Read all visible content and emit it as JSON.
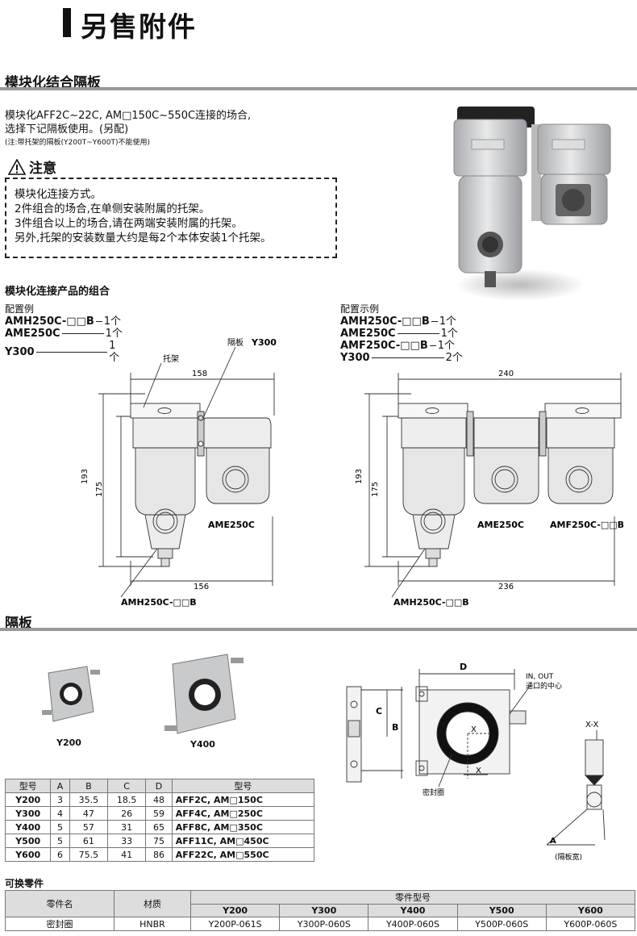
{
  "page_title": "另售附件",
  "sections": {
    "modular_spacer": "模块化结合隔板",
    "spacer": "隔板",
    "replacement_parts": "可换零件"
  },
  "intro": {
    "line1": "模块化AFF2C~22C, AM□150C~550C连接的场合,",
    "line2": "选择下记隔板使用。(另配)",
    "note": "(注:带托架的隔板(Y200T~Y600T)不能使用)"
  },
  "caution": {
    "heading": "注意",
    "lines": [
      "模块化连接方式。",
      "2件组合的场合,在单侧安装附属的托架。",
      "3件组合以上的场合,请在两端安装附属的托架。",
      "另外,托架的安装数量大约是每2个本体安装1个托架。"
    ]
  },
  "combination": {
    "heading": "模块化连接产品的组合",
    "left": {
      "label": "配置例",
      "items": [
        {
          "part": "AMH250C-□□B",
          "qty": "1个"
        },
        {
          "part": "AME250C",
          "qty": "1个"
        },
        {
          "part": "Y300",
          "qty": "1个"
        }
      ]
    },
    "right": {
      "label": "配置示例",
      "items": [
        {
          "part": "AMH250C-□□B",
          "qty": "1个"
        },
        {
          "part": "AME250C",
          "qty": "1个"
        },
        {
          "part": "AMF250C-□□B",
          "qty": "1个"
        },
        {
          "part": "Y300",
          "qty": "2个"
        }
      ]
    }
  },
  "drawing_left": {
    "bracket": "托架",
    "spacer_label": "隔板",
    "spacer_model": "Y300",
    "dim_top": "158",
    "dim_bottom": "156",
    "dim_h1": "193",
    "dim_h2": "175",
    "unit_a": "AME250C",
    "unit_b": "AMH250C-□□B"
  },
  "drawing_right": {
    "dim_top": "240",
    "dim_bottom": "236",
    "dim_h1": "193",
    "dim_h2": "175",
    "unit_a": "AME250C",
    "unit_b": "AMF250C-□□B",
    "unit_c": "AMH250C-□□B"
  },
  "spacer_photos": {
    "a": "Y200",
    "b": "Y400"
  },
  "spacer_drawing": {
    "D": "D",
    "C": "C",
    "B": "B",
    "A": "A",
    "X": "X",
    "section": "X-X",
    "in_out": "IN, OUT",
    "port_center": "通口的中心",
    "seal": "密封圈",
    "spacer_width": "(隔板宽)"
  },
  "spec_table": {
    "headers": [
      "型号",
      "A",
      "B",
      "C",
      "D",
      "型号"
    ],
    "rows": [
      [
        "Y200",
        "3",
        "35.5",
        "18.5",
        "48",
        "AFF2C, AM□150C"
      ],
      [
        "Y300",
        "4",
        "47",
        "26",
        "59",
        "AFF4C, AM□250C"
      ],
      [
        "Y400",
        "5",
        "57",
        "31",
        "65",
        "AFF8C, AM□350C"
      ],
      [
        "Y500",
        "5",
        "61",
        "33",
        "75",
        "AFF11C, AM□450C"
      ],
      [
        "Y600",
        "6",
        "75.5",
        "41",
        "86",
        "AFF22C, AM□550C"
      ]
    ]
  },
  "parts_table": {
    "h_part_name": "零件名",
    "h_material": "材质",
    "h_part_no": "零件型号",
    "models": [
      "Y200",
      "Y300",
      "Y400",
      "Y500",
      "Y600"
    ],
    "row": {
      "name": "密封圈",
      "material": "HNBR",
      "values": [
        "Y200P-061S",
        "Y300P-060S",
        "Y400P-060S",
        "Y500P-060S",
        "Y600P-060S"
      ]
    }
  }
}
